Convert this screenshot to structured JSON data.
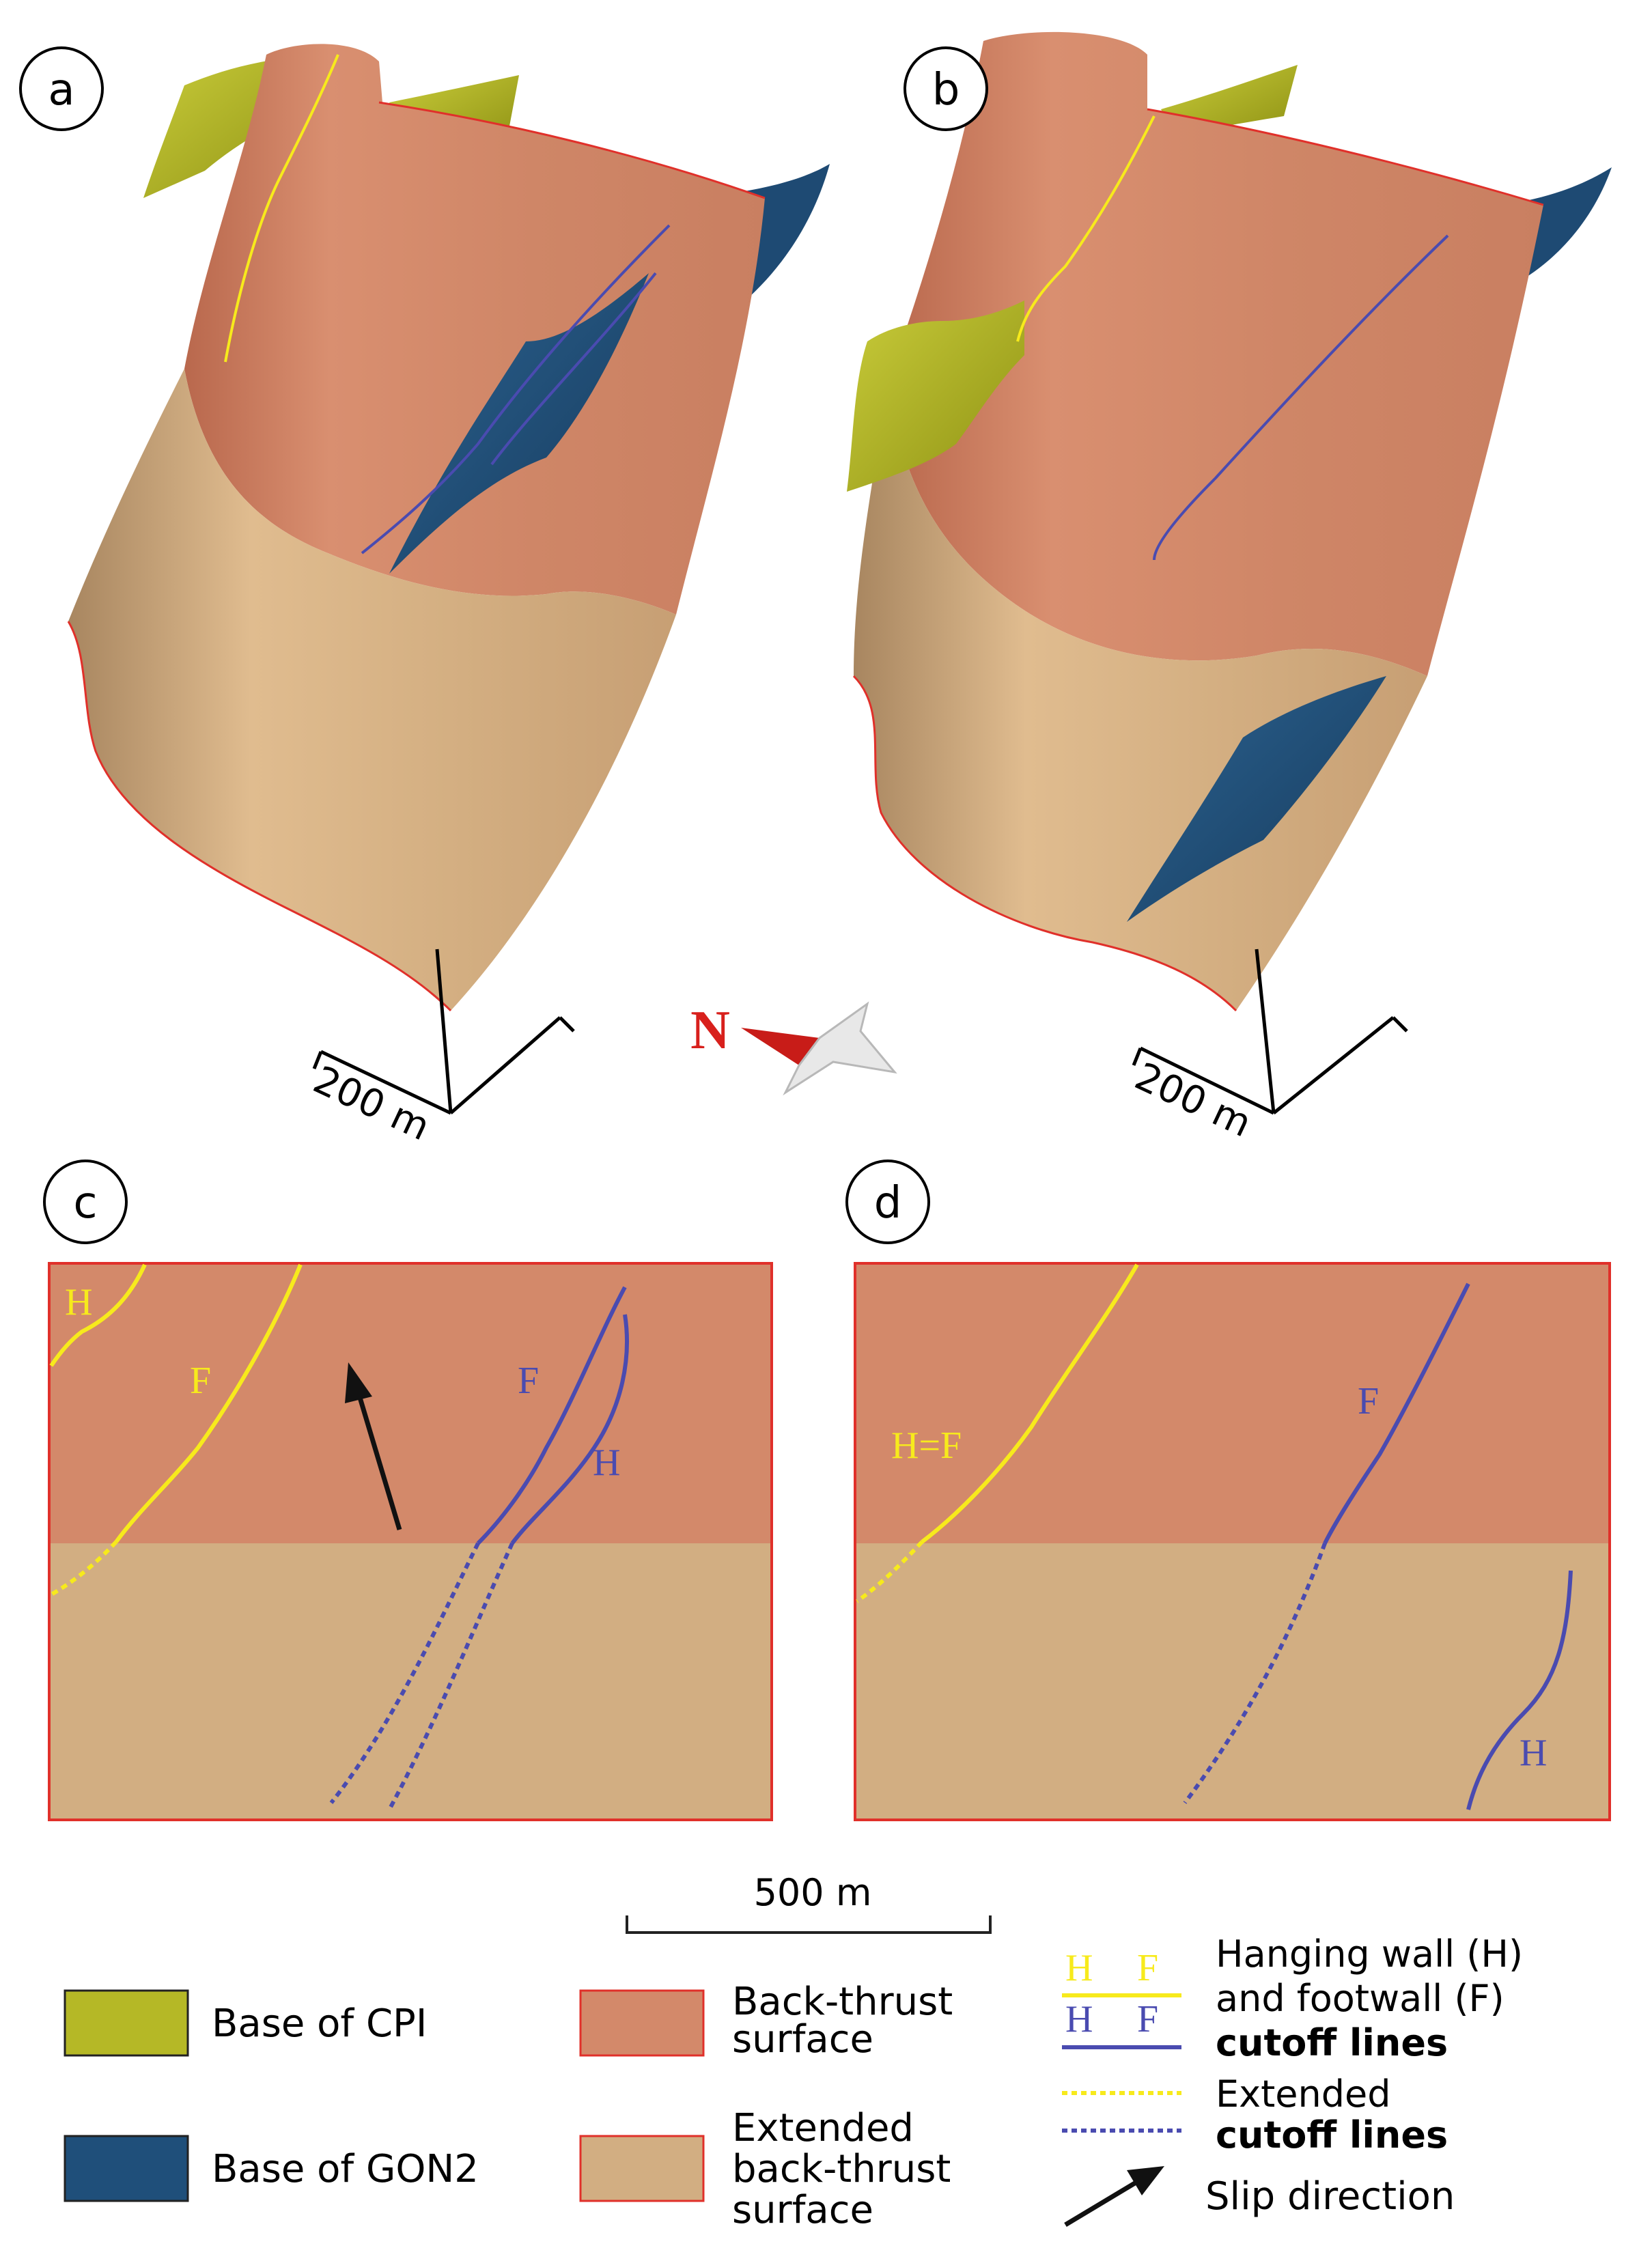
{
  "panels": {
    "a": {
      "label": "a",
      "scale": "200 m"
    },
    "b": {
      "label": "b",
      "scale": "200 m"
    },
    "c": {
      "label": "c",
      "yellow_h": "H",
      "yellow_f": "F",
      "blue_f": "F",
      "blue_h": "H"
    },
    "d": {
      "label": "d",
      "yellow_hf": "H=F",
      "blue_f": "F",
      "blue_h": "H"
    }
  },
  "compass": {
    "north": "N"
  },
  "scalebar": {
    "label": "500 m"
  },
  "legend": {
    "cpi": "Base of CPI",
    "gon2": "Base of GON2",
    "backthrust_1": "Back-thrust",
    "backthrust_2": "surface",
    "extended_1": "Extended",
    "extended_2": "back-thrust",
    "extended_3": "surface",
    "yellow_h": "H",
    "yellow_f": "F",
    "blue_h": "H",
    "blue_f": "F",
    "cutoff_1": "Hanging wall (H)",
    "cutoff_2": "and footwall (F)",
    "cutoff_3": "cutoff lines",
    "ext_cutoff_1": "Extended",
    "ext_cutoff_2": "cutoff lines",
    "slip": "Slip direction"
  },
  "colors": {
    "cpi": "#b5b826",
    "gon2": "#1f4f7a",
    "backthrust": "#d3896a",
    "extended": "#d2ae82",
    "red_border": "#e0302a",
    "yellow": "#f7ea1c",
    "blue": "#4a4bb0"
  }
}
